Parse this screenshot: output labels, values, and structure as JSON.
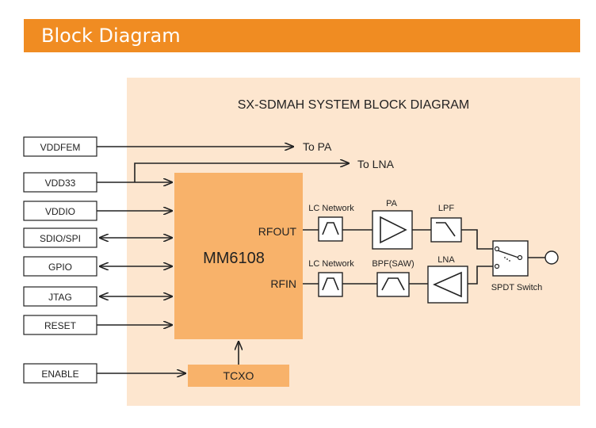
{
  "page": {
    "section_title": "Block Diagram"
  },
  "colors": {
    "accent": "#f08c22",
    "panel": "#fde6cf",
    "chip": "#f8b26a"
  },
  "diagram": {
    "title": "SX-SDMAH SYSTEM BLOCK DIAGRAM",
    "chip_label": "MM6108",
    "tcxo_label": "TCXO",
    "to_pa": "To PA",
    "to_lna": "To LNA",
    "rfout": "RFOUT",
    "rfin": "RFIN",
    "signals": {
      "vddfem": "VDDFEM",
      "vdd33": "VDD33",
      "vddio": "VDDIO",
      "sdio": "SDIO/SPI",
      "gpio": "GPIO",
      "jtag": "JTAG",
      "reset": "RESET",
      "enable": "ENABLE"
    },
    "tx_chain": {
      "lc_network": "LC Network",
      "pa": "PA",
      "lpf": "LPF"
    },
    "rx_chain": {
      "lc_network": "LC Network",
      "bpf": "BPF(SAW)",
      "lna": "LNA"
    },
    "switch_label": "SPDT Switch"
  }
}
